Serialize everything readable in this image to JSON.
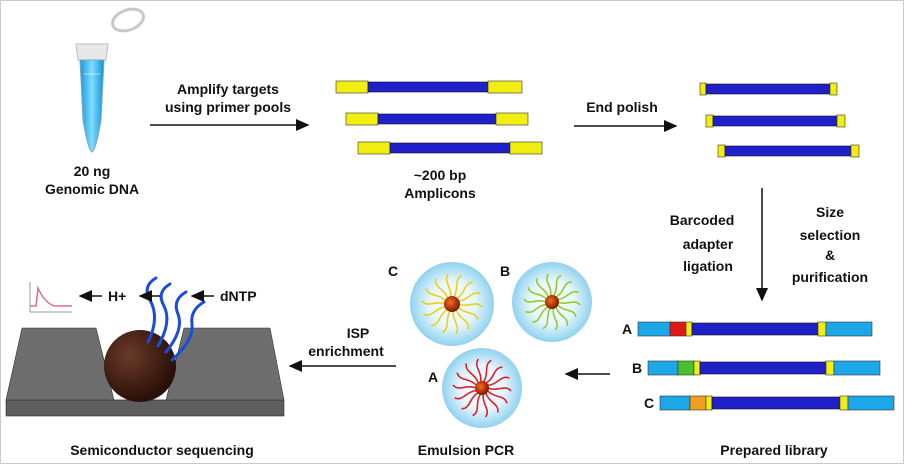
{
  "steps": {
    "input": {
      "line1": "20 ng",
      "line2": "Genomic DNA"
    },
    "amplify": {
      "line1": "Amplify targets",
      "line2": "using primer pools"
    },
    "amplicons": {
      "line1": "~200 bp",
      "line2": "Amplicons"
    },
    "end_polish": "End polish",
    "barcoded": {
      "line1": "Barcoded",
      "line2": "adapter",
      "line3": "ligation"
    },
    "size_selection": {
      "line1": "Size",
      "line2": "selection",
      "line3": "&",
      "line4": "purification"
    },
    "isp": {
      "line1": "ISP",
      "line2": "enrichment"
    },
    "seq_signal": {
      "h": "H+",
      "dntp": "dNTP"
    }
  },
  "captions": {
    "semiconductor": "Semiconductor sequencing",
    "emulsion": "Emulsion PCR",
    "library": "Prepared library"
  },
  "labels": {
    "a": "A",
    "b": "B",
    "c": "C"
  },
  "colors": {
    "dna_blue": "#2020c8",
    "primer_yellow": "#f2ee10",
    "adapter_cyan": "#1ca8e8",
    "barcode_a": "#e01818",
    "barcode_b": "#48c030",
    "barcode_c": "#f0a020",
    "bead_a_strands": "#e02030",
    "bead_b_strands": "#8cd030",
    "bead_c_strands": "#e8d020",
    "tube_liquid": "#20b0f0",
    "chip_gray": "#6a6a6a",
    "signal_pink": "#e07080"
  }
}
